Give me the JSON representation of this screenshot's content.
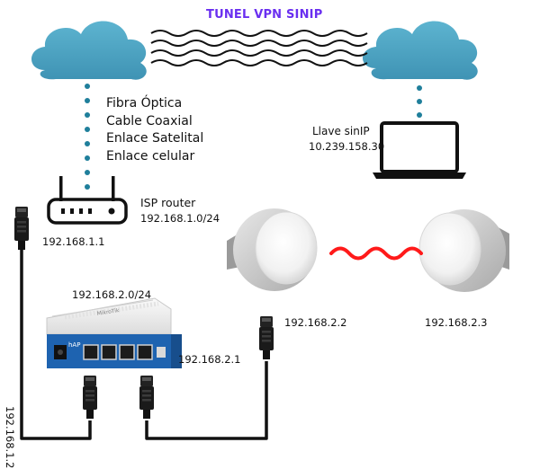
{
  "title": "TUNEL VPN SINIP",
  "internet_links": [
    "Fibra Óptica",
    "Cable Coaxial",
    "Enlace Satelital",
    "Enlace celular"
  ],
  "laptop": {
    "name": "Llave sinIP",
    "ip": "10.239.158.30"
  },
  "isp_router": {
    "name": "ISP router",
    "network": "192.168.1.0/24",
    "ip": "192.168.1.1"
  },
  "hap": {
    "network": "192.168.2.0/24",
    "lan_ip": "192.168.2.1",
    "wan_ip": "192.168.1.2",
    "brand": "MikroTik",
    "logo": "hAP"
  },
  "radio_left": {
    "ip": "192.168.2.2"
  },
  "radio_right": {
    "ip": "192.168.2.3"
  },
  "colors": {
    "title": "#6a2ff0",
    "cloud": "#4fa7c4",
    "dots": "#1f7f9b",
    "wireless": "#ff1a1a",
    "device_blue": "#1e63b0"
  }
}
